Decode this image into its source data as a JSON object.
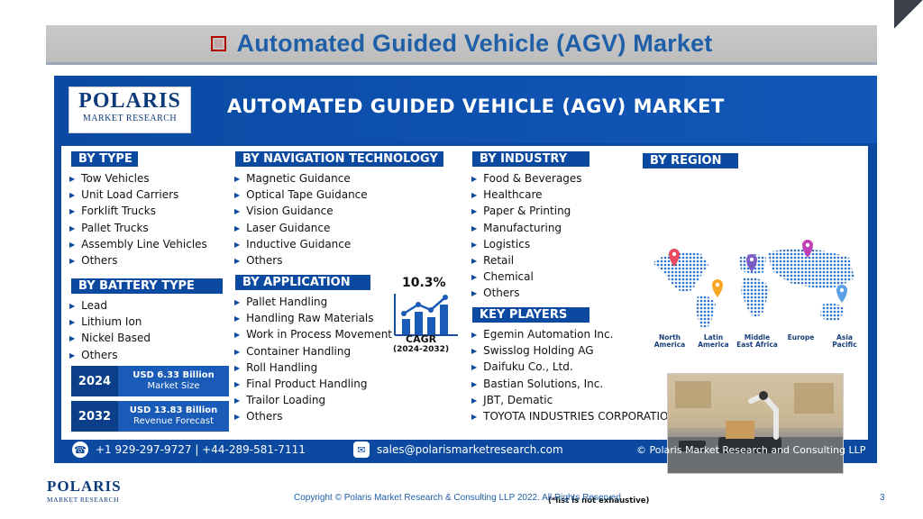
{
  "slide": {
    "title": "Automated Guided Vehicle (AGV) Market",
    "copyright": "Copyright © Polaris Market Research & Consulting LLP 2022. All Rights Reserved",
    "page_number": "3",
    "bottom_logo": {
      "name": "POLARIS",
      "sub": "MARKET RESEARCH"
    }
  },
  "infographic": {
    "logo": {
      "name": "POLARIS",
      "sub": "MARKET RESEARCH"
    },
    "heading": "AUTOMATED GUIDED VEHICLE (AGV) MARKET",
    "by_type": {
      "header": "BY TYPE",
      "items": [
        "Tow Vehicles",
        "Unit Load Carriers",
        "Forklift Trucks",
        "Pallet Trucks",
        "Assembly Line Vehicles",
        "Others"
      ]
    },
    "by_battery": {
      "header": "BY BATTERY TYPE",
      "items": [
        "Lead",
        "Lithium Ion",
        "Nickel Based",
        "Others"
      ]
    },
    "stats": [
      {
        "year": "2024",
        "value": "USD 6.33 Billion",
        "label": "Market Size"
      },
      {
        "year": "2032",
        "value": "USD 13.83 Billion",
        "label": "Revenue Forecast"
      }
    ],
    "by_navigation": {
      "header": "BY NAVIGATION TECHNOLOGY",
      "items": [
        "Magnetic Guidance",
        "Optical Tape Guidance",
        "Vision Guidance",
        "Laser Guidance",
        "Inductive Guidance",
        "Others"
      ]
    },
    "cagr": {
      "value": "10.3%",
      "label": "CAGR",
      "period": "(2024-2032)"
    },
    "by_application": {
      "header": "BY APPLICATION",
      "items": [
        "Pallet Handling",
        "Handling Raw Materials",
        "Work in Process Movement",
        "Container Handling",
        "Roll Handling",
        "Final Product Handling",
        "Trailor Loading",
        "Others"
      ]
    },
    "by_industry": {
      "header": "BY INDUSTRY",
      "items": [
        "Food & Beverages",
        "Healthcare",
        "Paper & Printing",
        "Manufacturing",
        "Logistics",
        "Retail",
        "Chemical",
        "Others"
      ]
    },
    "key_players": {
      "header": "KEY PLAYERS",
      "items": [
        "Egemin Automation Inc.",
        "Swisslog Holding AG",
        "Daifuku Co., Ltd.",
        "Bastian Solutions, Inc.",
        "JBT, Dematic",
        "TOYOTA INDUSTRIES CORPORATION"
      ],
      "note": "(*list is not exhaustive)"
    },
    "by_region": {
      "header": "BY REGION",
      "regions": [
        {
          "name": "North America",
          "color": "#e84a5f"
        },
        {
          "name": "Latin America",
          "color": "#f5a623"
        },
        {
          "name": "Middle East Africa",
          "color": "#7b5cc4"
        },
        {
          "name": "Europe",
          "color": "#c03fb5"
        },
        {
          "name": "Asia Pacific",
          "color": "#5aa0e6"
        }
      ]
    },
    "footer": {
      "phone": "+1 929-297-9727 | +44-289-581-7111",
      "email": "sales@polarismarketresearch.com",
      "copyright": "© Polaris Market Research and Consulting LLP"
    }
  }
}
